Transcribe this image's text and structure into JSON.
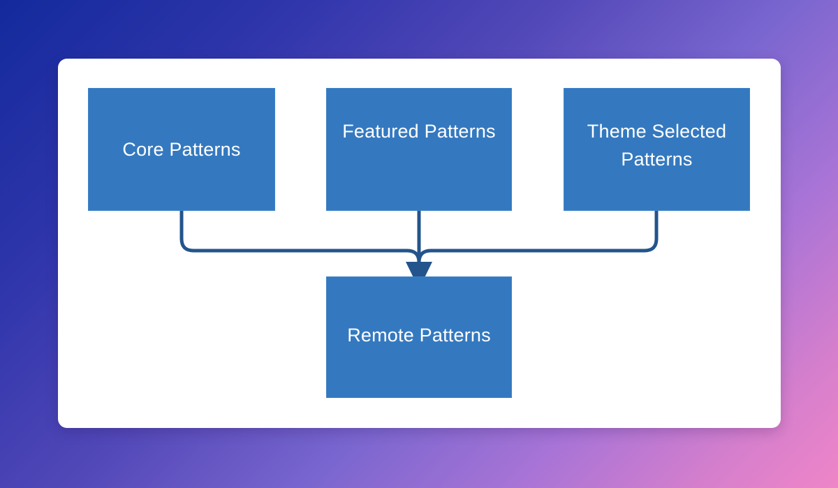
{
  "background": {
    "gradient_from": "#132a9c",
    "gradient_mid": "#7a66cf",
    "gradient_to": "#ef85c8"
  },
  "card": {
    "background": "#ffffff"
  },
  "diagram": {
    "type": "flow-diagram",
    "node_fill": "#3479c0",
    "node_text_color": "#ffffff",
    "connector_color": "#23548c",
    "nodes": [
      {
        "id": "core",
        "label": "Core Patterns",
        "role": "source"
      },
      {
        "id": "featured",
        "label": "Featured Patterns",
        "role": "source"
      },
      {
        "id": "theme",
        "label": "Theme Selected Patterns",
        "role": "source"
      },
      {
        "id": "remote",
        "label": "Remote Patterns",
        "role": "target"
      }
    ],
    "edges": [
      {
        "from": "core",
        "to": "remote",
        "arrow": true
      },
      {
        "from": "featured",
        "to": "remote",
        "arrow": true
      },
      {
        "from": "theme",
        "to": "remote",
        "arrow": true
      }
    ]
  }
}
